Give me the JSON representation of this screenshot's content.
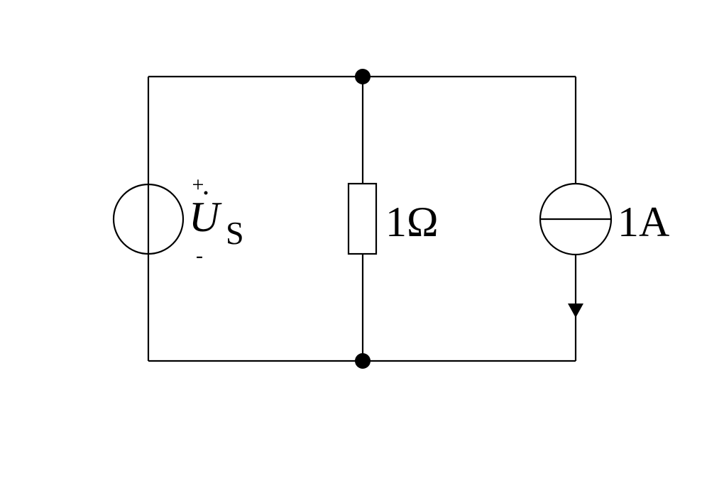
{
  "circuit": {
    "voltage_source": {
      "plus_sign": "+",
      "minus_sign": "-",
      "symbol": "U",
      "subscript": "S"
    },
    "resistor": {
      "label": "1Ω"
    },
    "current_source": {
      "label": "1A"
    }
  },
  "colors": {
    "line": "#000000",
    "background": "#ffffff"
  }
}
